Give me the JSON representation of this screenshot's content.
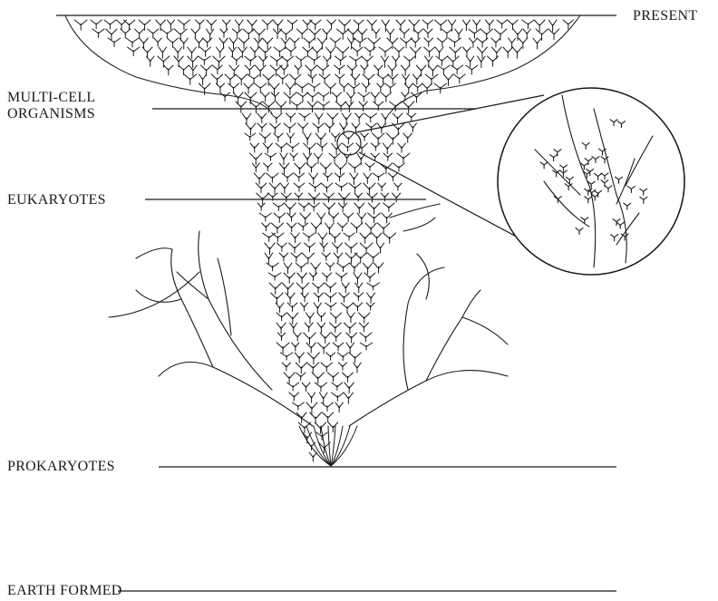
{
  "labels": {
    "present": "PRESENT",
    "multi_cell_line1": "MULTI-CELL",
    "multi_cell_line2": "ORGANISMS",
    "eukaryotes": "EUKARYOTES",
    "prokaryotes": "PROKARYOTES",
    "earth_formed": "EARTH FORMED"
  },
  "colors": {
    "ink": "#1a1a1a",
    "background": "#ffffff"
  }
}
